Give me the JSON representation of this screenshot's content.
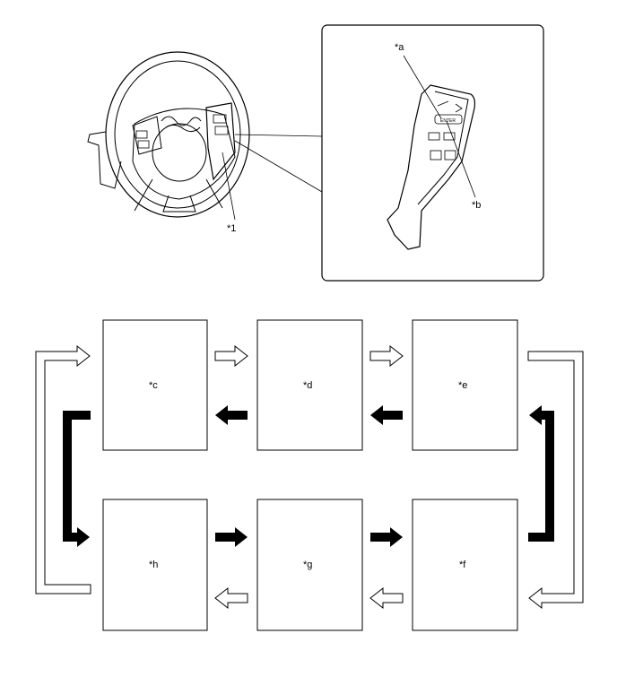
{
  "labels": {
    "steering_wheel_callout": "*1",
    "detail_a": "*a",
    "detail_b": "*b",
    "box_c": "*c",
    "box_d": "*d",
    "box_e": "*e",
    "box_f": "*f",
    "box_g": "*g",
    "box_h": "*h"
  },
  "switch_text": {
    "enter": "ENTER"
  },
  "colors": {
    "line": "#000000",
    "background": "#ffffff"
  }
}
